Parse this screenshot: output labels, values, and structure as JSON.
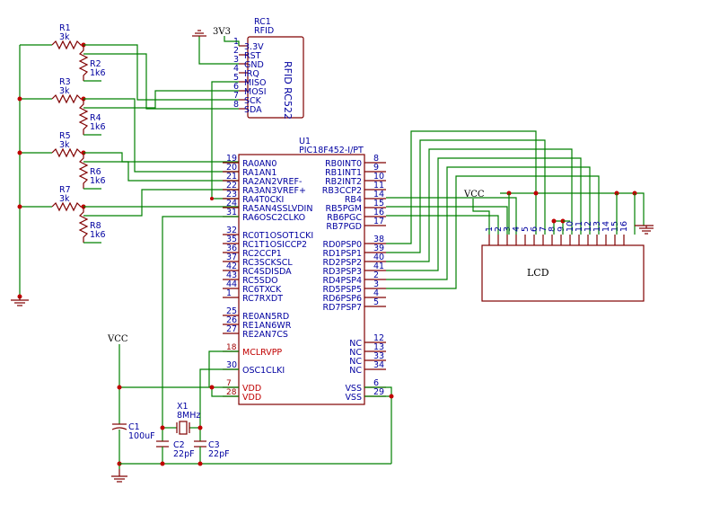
{
  "resistors": [
    {
      "ref": "R1",
      "value": "3k"
    },
    {
      "ref": "R2",
      "value": "1k6"
    },
    {
      "ref": "R3",
      "value": "3k"
    },
    {
      "ref": "R4",
      "value": "1k6"
    },
    {
      "ref": "R5",
      "value": "3k"
    },
    {
      "ref": "R6",
      "value": "1k6"
    },
    {
      "ref": "R7",
      "value": "3k"
    },
    {
      "ref": "R8",
      "value": "1k6"
    }
  ],
  "rfid": {
    "ref": "RC1",
    "name": "RFID",
    "body": "RFID RC522",
    "supply": "3V3",
    "pins": [
      {
        "num": "1",
        "name": "3.3V"
      },
      {
        "num": "2",
        "name": "RST"
      },
      {
        "num": "3",
        "name": "GND"
      },
      {
        "num": "4",
        "name": "IRQ"
      },
      {
        "num": "5",
        "name": "MISO"
      },
      {
        "num": "6",
        "name": "MOSI"
      },
      {
        "num": "7",
        "name": "SCK"
      },
      {
        "num": "8",
        "name": "SDA"
      }
    ]
  },
  "mcu": {
    "ref": "U1",
    "part": "PIC18F452-I/PT",
    "left_pins": [
      {
        "num": "19",
        "name": "RA0AN0"
      },
      {
        "num": "20",
        "name": "RA1AN1"
      },
      {
        "num": "21",
        "name": "RA2AN2VREF-"
      },
      {
        "num": "22",
        "name": "RA3AN3VREF+"
      },
      {
        "num": "23",
        "name": "RA4T0CKI"
      },
      {
        "num": "24",
        "name": "RA5AN4SSLVDIN"
      },
      {
        "num": "31",
        "name": "RA6OSC2CLKO"
      },
      {
        "num": "32",
        "name": "RC0T1OSOT1CKI"
      },
      {
        "num": "35",
        "name": "RC1T1OSICCP2"
      },
      {
        "num": "36",
        "name": "RC2CCP1"
      },
      {
        "num": "37",
        "name": "RC3SCKSCL"
      },
      {
        "num": "42",
        "name": "RC4SDISDA"
      },
      {
        "num": "43",
        "name": "RC5SDO"
      },
      {
        "num": "44",
        "name": "RC6TXCK"
      },
      {
        "num": "1",
        "name": "RC7RXDT"
      },
      {
        "num": "25",
        "name": "RE0AN5RD"
      },
      {
        "num": "26",
        "name": "RE1AN6WR"
      },
      {
        "num": "27",
        "name": "RE2AN7CS"
      },
      {
        "num": "18",
        "name": "MCLRVPP"
      },
      {
        "num": "30",
        "name": "OSC1CLKI"
      },
      {
        "num": "7",
        "name": "VDD"
      },
      {
        "num": "28",
        "name": "VDD"
      }
    ],
    "right_pins": [
      {
        "num": "8",
        "name": "RB0INT0"
      },
      {
        "num": "9",
        "name": "RB1INT1"
      },
      {
        "num": "10",
        "name": "RB2INT2"
      },
      {
        "num": "11",
        "name": "RB3CCP2"
      },
      {
        "num": "14",
        "name": "RB4"
      },
      {
        "num": "15",
        "name": "RB5PGM"
      },
      {
        "num": "16",
        "name": "RB6PGC"
      },
      {
        "num": "17",
        "name": "RB7PGD"
      },
      {
        "num": "38",
        "name": "RD0PSP0"
      },
      {
        "num": "39",
        "name": "RD1PSP1"
      },
      {
        "num": "40",
        "name": "RD2PSP2"
      },
      {
        "num": "41",
        "name": "RD3PSP3"
      },
      {
        "num": "2",
        "name": "RD4PSP4"
      },
      {
        "num": "3",
        "name": "RD5PSP5"
      },
      {
        "num": "4",
        "name": "RD6PSP6"
      },
      {
        "num": "5",
        "name": "RD7PSP7"
      },
      {
        "num": "12",
        "name": "NC"
      },
      {
        "num": "13",
        "name": "NC"
      },
      {
        "num": "33",
        "name": "NC"
      },
      {
        "num": "34",
        "name": "NC"
      },
      {
        "num": "6",
        "name": "VSS"
      },
      {
        "num": "29",
        "name": "VSS"
      }
    ]
  },
  "lcd": {
    "name": "LCD",
    "supply": "VCC",
    "pins": [
      "1",
      "2",
      "3",
      "4",
      "5",
      "6",
      "7",
      "8",
      "9",
      "10",
      "11",
      "12",
      "13",
      "14",
      "15",
      "16"
    ]
  },
  "crystal": {
    "ref": "X1",
    "value": "8MHz"
  },
  "capacitors": [
    {
      "ref": "C1",
      "value": "100uF"
    },
    {
      "ref": "C2",
      "value": "22pF"
    },
    {
      "ref": "C3",
      "value": "22pF"
    }
  ],
  "vcc_label": "VCC"
}
